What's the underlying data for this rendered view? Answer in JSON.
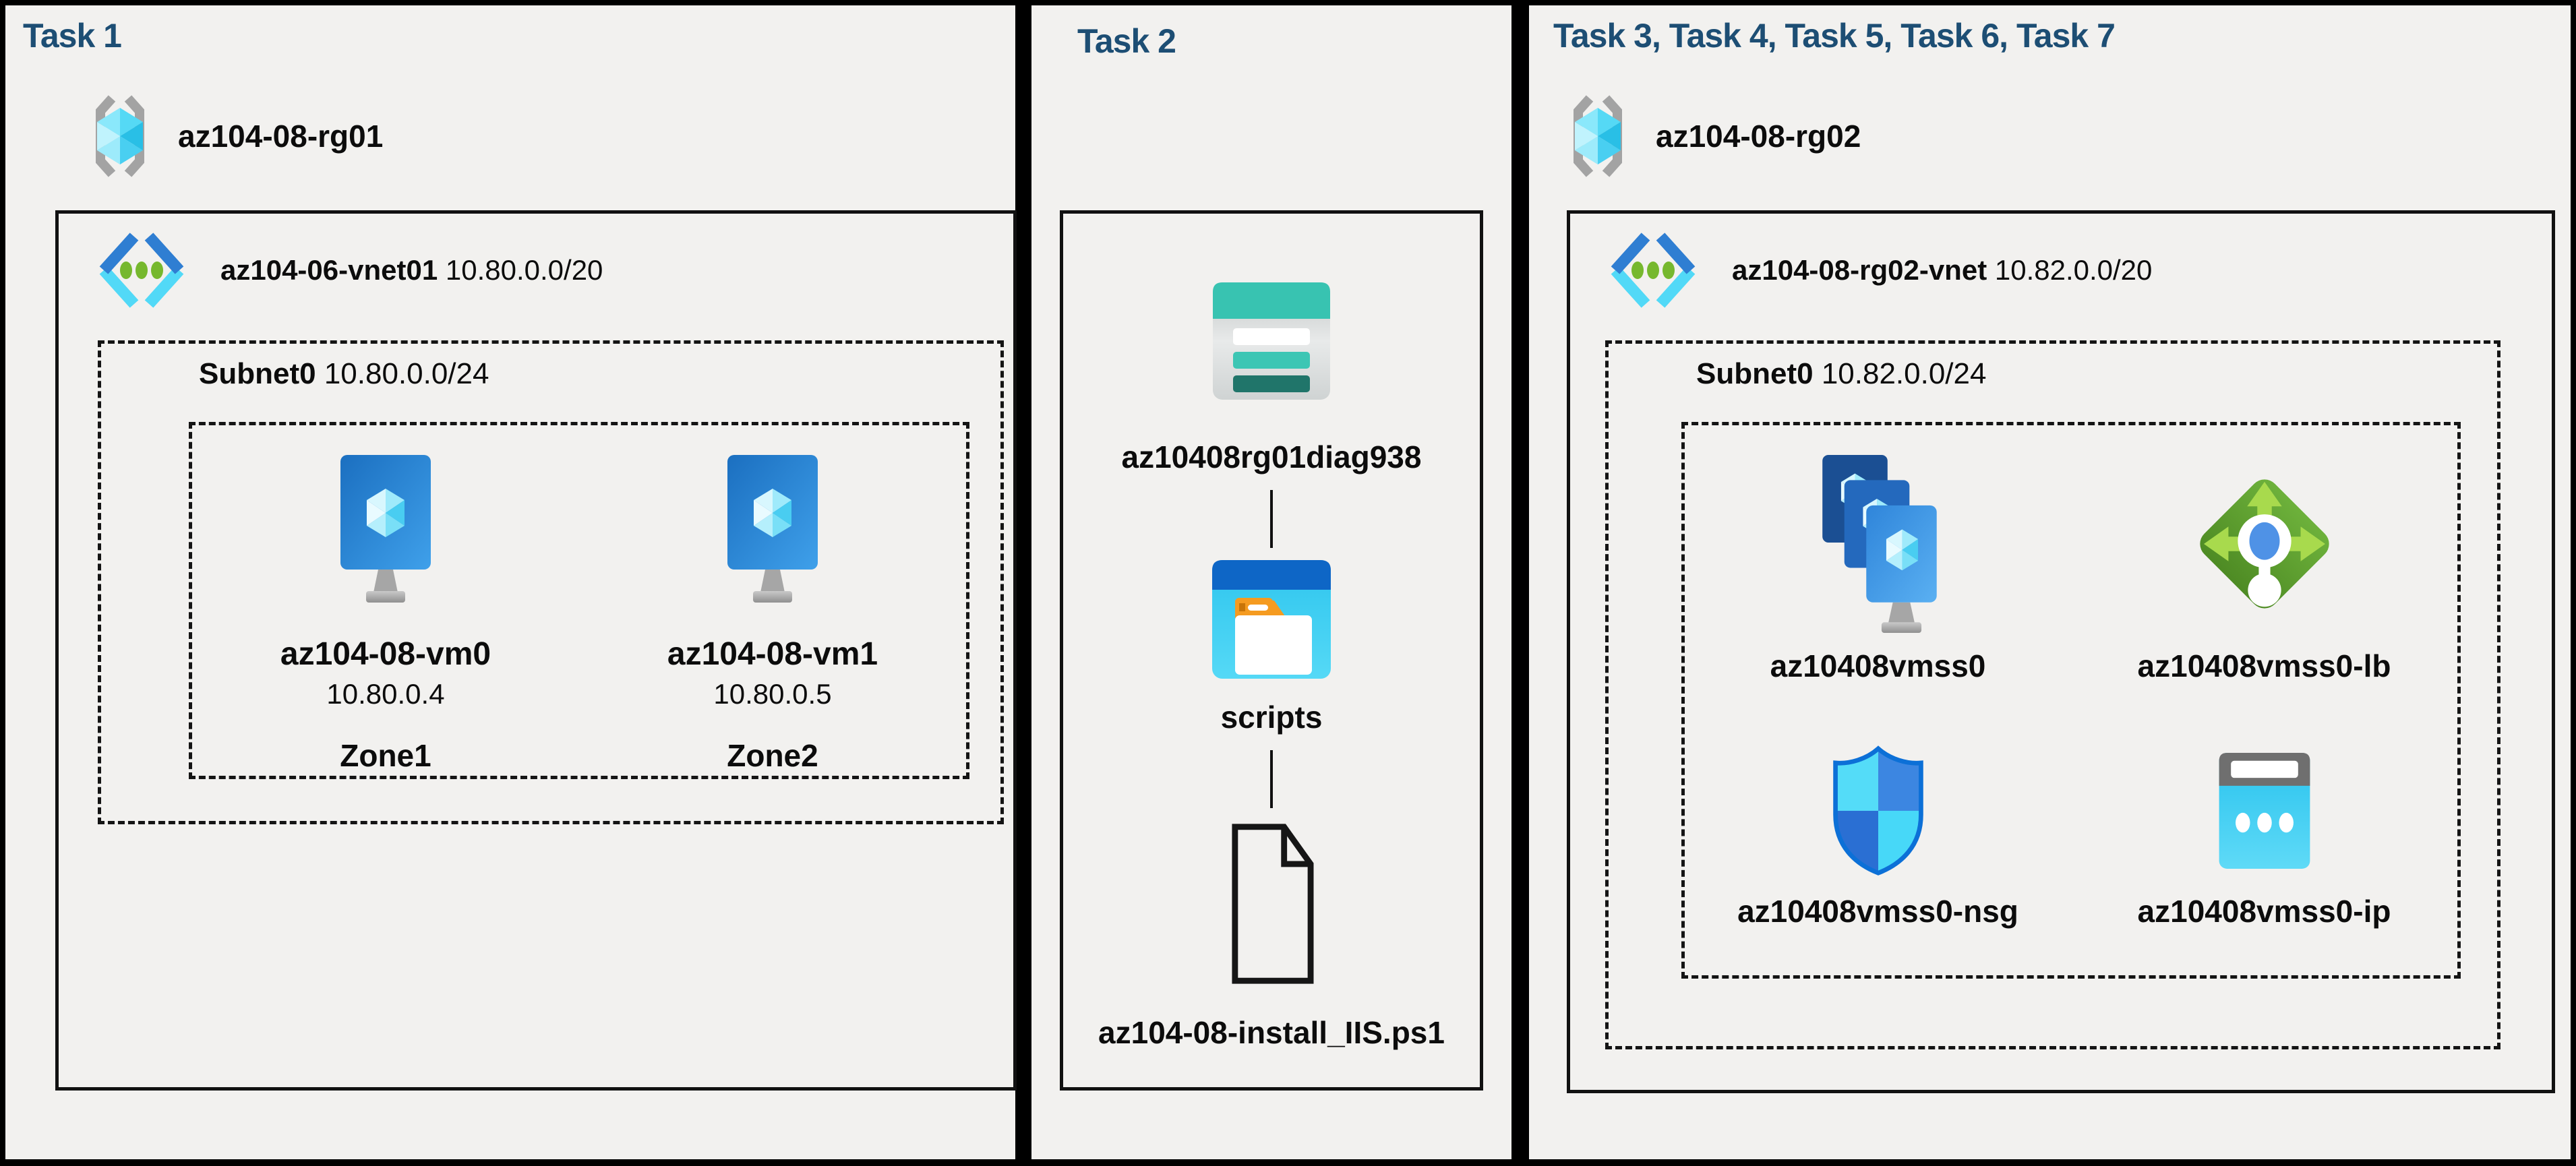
{
  "colors": {
    "page_bg": "#000000",
    "panel_bg": "#f2f1ef",
    "heading": "#1d4e74",
    "text": "#0c0c0c",
    "azure_blue": "#2f7ed2",
    "azure_cyan": "#52d9f7",
    "teal": "#38c3b1",
    "green": "#76b82e"
  },
  "panels": {
    "task1": {
      "title": "Task 1",
      "resource_group": {
        "name": "az104-08-rg01",
        "icon": "resource-group-icon"
      },
      "vnet": {
        "name": "az104-06-vnet01",
        "cidr": "10.80.0.0/20",
        "icon": "virtual-network-icon"
      },
      "subnet": {
        "name": "Subnet0",
        "cidr": "10.80.0.0/24"
      },
      "vms": [
        {
          "name": "az104-08-vm0",
          "ip": "10.80.0.4",
          "zone": "Zone1",
          "icon": "virtual-machine-icon"
        },
        {
          "name": "az104-08-vm1",
          "ip": "10.80.0.5",
          "zone": "Zone2",
          "icon": "virtual-machine-icon"
        }
      ]
    },
    "task2": {
      "title": "Task 2",
      "storage_account": {
        "name": "az10408rg01diag938",
        "icon": "storage-account-icon"
      },
      "container": {
        "name": "scripts",
        "icon": "blob-container-icon"
      },
      "file": {
        "name": "az104-08-install_IIS.ps1",
        "icon": "file-icon"
      }
    },
    "task3": {
      "title": "Task 3, Task 4, Task 5, Task 6, Task 7",
      "resource_group": {
        "name": "az104-08-rg02",
        "icon": "resource-group-icon"
      },
      "vnet": {
        "name": "az104-08-rg02-vnet",
        "cidr": "10.82.0.0/20",
        "icon": "virtual-network-icon"
      },
      "subnet": {
        "name": "Subnet0",
        "cidr": "10.82.0.0/24"
      },
      "resources": [
        {
          "name": "az10408vmss0",
          "icon": "vm-scale-set-icon"
        },
        {
          "name": "az10408vmss0-lb",
          "icon": "load-balancer-icon"
        },
        {
          "name": "az10408vmss0-nsg",
          "icon": "network-security-group-icon"
        },
        {
          "name": "az10408vmss0-ip",
          "icon": "public-ip-icon"
        }
      ]
    }
  }
}
